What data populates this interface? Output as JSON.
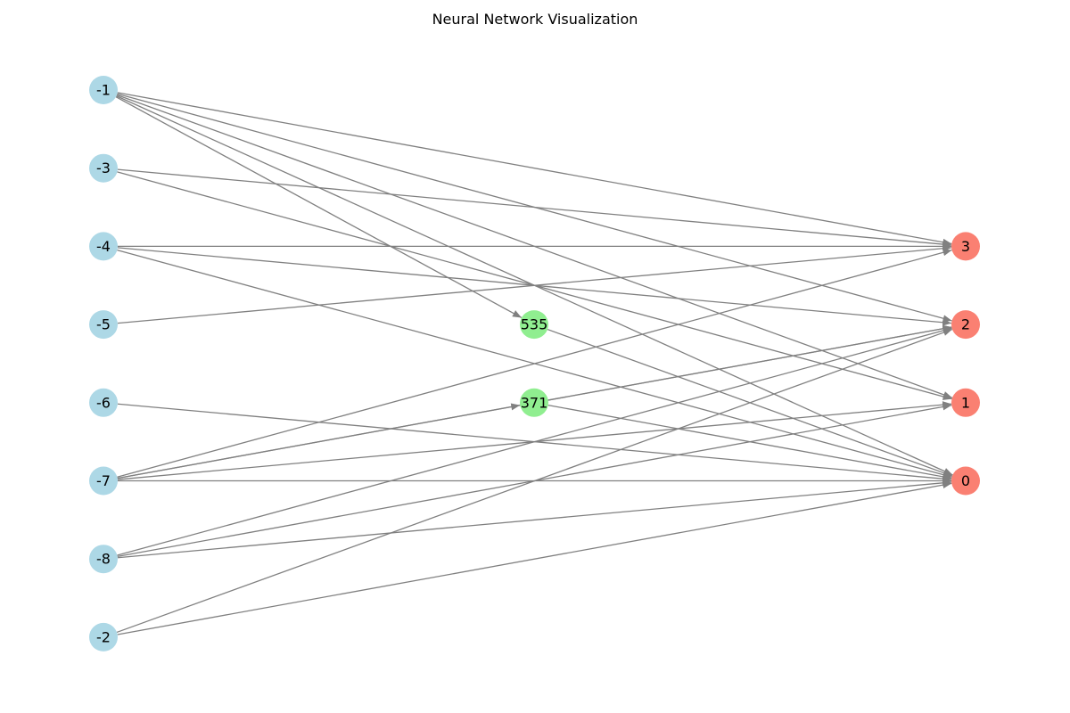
{
  "title": "Neural Network Visualization",
  "colors": {
    "input": "#add8e6",
    "hidden": "#90ee90",
    "output": "#fa8072",
    "edge": "#808080"
  },
  "layers": {
    "input": [
      "-1",
      "-3",
      "-4",
      "-5",
      "-6",
      "-7",
      "-8",
      "-2"
    ],
    "hidden": [
      "535",
      "371"
    ],
    "output": [
      "3",
      "2",
      "1",
      "0"
    ]
  },
  "edges": [
    [
      "-1",
      "3"
    ],
    [
      "-1",
      "2"
    ],
    [
      "-1",
      "1"
    ],
    [
      "-1",
      "0"
    ],
    [
      "-1",
      "535"
    ],
    [
      "-3",
      "3"
    ],
    [
      "-3",
      "1"
    ],
    [
      "-4",
      "3"
    ],
    [
      "-4",
      "2"
    ],
    [
      "-4",
      "0"
    ],
    [
      "-5",
      "3"
    ],
    [
      "-6",
      "0"
    ],
    [
      "-7",
      "3"
    ],
    [
      "-7",
      "2"
    ],
    [
      "-7",
      "1"
    ],
    [
      "-7",
      "0"
    ],
    [
      "-7",
      "371"
    ],
    [
      "-8",
      "2"
    ],
    [
      "-8",
      "1"
    ],
    [
      "-8",
      "0"
    ],
    [
      "-2",
      "2"
    ],
    [
      "-2",
      "0"
    ],
    [
      "535",
      "0"
    ],
    [
      "371",
      "2"
    ],
    [
      "371",
      "0"
    ]
  ]
}
